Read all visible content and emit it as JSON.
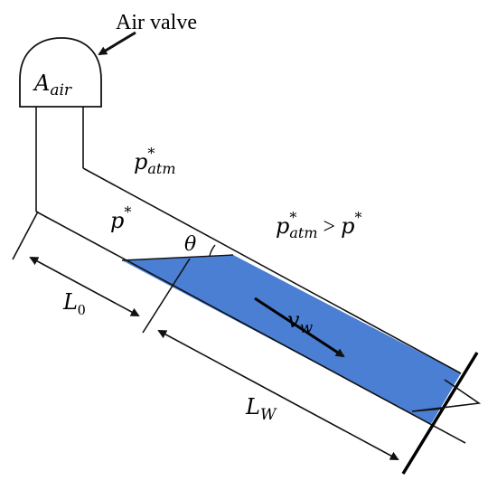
{
  "labels": {
    "air_valve": "Air valve",
    "a_air_main": "A",
    "a_air_sub": "air",
    "p_atm_main": "p",
    "p_atm_sup": "*",
    "p_atm_sub": "atm",
    "p_star_main": "p",
    "p_star_sup": "*",
    "inequality_main1": "p",
    "inequality_sup1": "*",
    "inequality_sub1": "atm",
    "inequality_gt": " > ",
    "inequality_main2": "p",
    "inequality_sup2": "*",
    "theta": "θ",
    "l0_main": "L",
    "l0_sub": "0",
    "lw_main": "L",
    "lw_sub": "W",
    "vw_main": "v",
    "vw_sub": "w"
  },
  "colors": {
    "water": "#4a7fd4",
    "line": "#111111",
    "background": "#ffffff"
  }
}
